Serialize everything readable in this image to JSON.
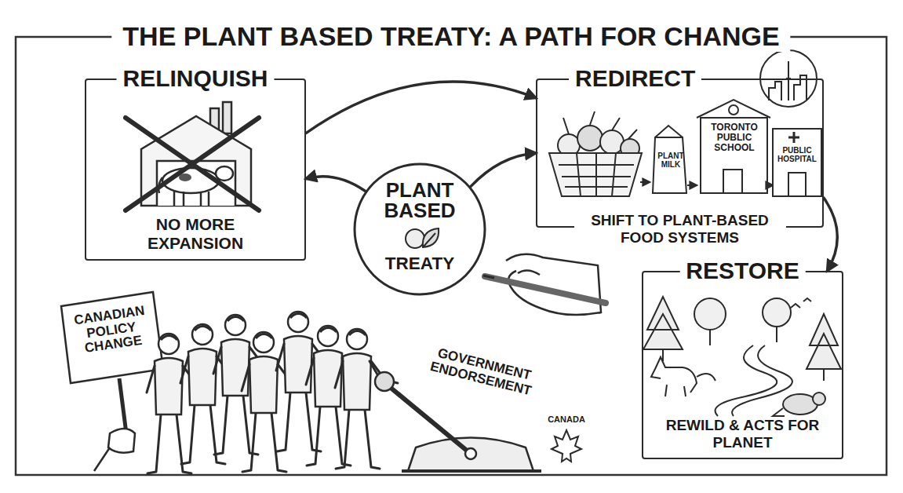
{
  "diagram": {
    "title": "THE PLANT BASED TREATY: A PATH FOR CHANGE",
    "nodes": [
      {
        "text": [
          "RELINQUISH",
          "NO MORE EXPANSION"
        ]
      },
      {
        "text": [
          "REDIRECT",
          "SHIFT TO PLANT-BASED FOOD SYSTEMS"
        ]
      },
      {
        "text": [
          "PLANT BASED",
          "TREATY"
        ]
      },
      {
        "text": [
          "RESTORE",
          "REWILD & ACTS FOR PLANET"
        ]
      }
    ],
    "edges": [
      {
        "from": 0,
        "to": 1,
        "arrow": "to"
      },
      {
        "from": 2,
        "to": 0,
        "arrow": "to"
      },
      {
        "from": 2,
        "to": 1,
        "arrow": "to"
      },
      {
        "from": 1,
        "to": 3,
        "arrow": "to"
      }
    ],
    "labels": [
      "PLANT MILK",
      "TORONTO PUBLIC SCHOOL",
      "PUBLIC HOSPITAL",
      "CANADIAN POLICY CHANGE",
      "GOVERNMENT ENDORSEMENT",
      "CANADA"
    ]
  }
}
